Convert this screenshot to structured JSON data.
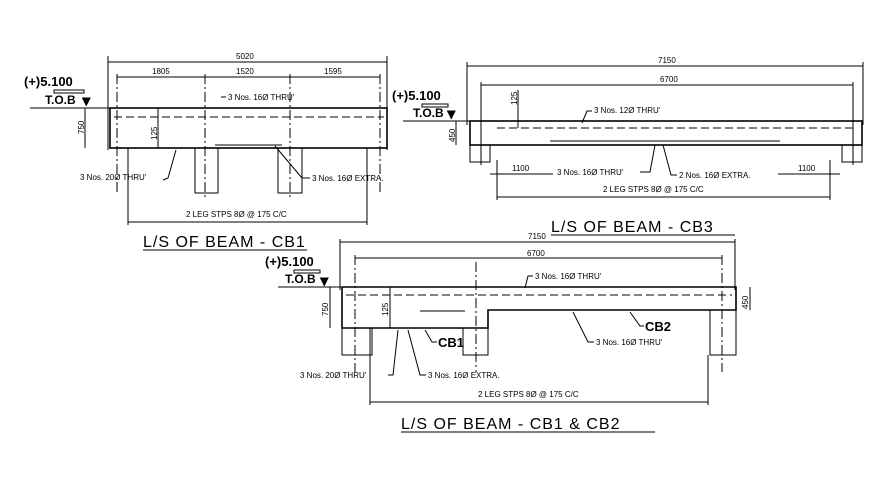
{
  "cb1": {
    "dim_total": "5020",
    "dim_a": "1805",
    "dim_b": "1520",
    "dim_c": "1595",
    "level": "(+)5.100",
    "tob": "T.O.B",
    "depth": "750",
    "cover": "125",
    "top_bar": "3 Nos. 16Ø THRU'",
    "bottom_bar": "3 Nos. 20Ø THRU'",
    "extra_bar": "3 Nos. 16Ø EXTRA.",
    "stirrups": "2 LEG STPS 8Ø @ 175 C/C",
    "title": "L/S OF BEAM - CB1"
  },
  "cb3": {
    "dim_total": "7150",
    "dim_inner": "6700",
    "level": "(+)5.100",
    "tob": "T.O.B",
    "depth": "450",
    "cover": "125",
    "top_bar": "3 Nos. 12Ø THRU'",
    "bottom_bar": "3 Nos. 16Ø THRU'",
    "extra_bar": "2 Nos. 16Ø EXTRA.",
    "left_ext": "1100",
    "right_ext": "1100",
    "stirrups": "2 LEG STPS 8Ø @ 175 C/C",
    "title": "L/S OF BEAM - CB3"
  },
  "cb12": {
    "dim_total": "7150",
    "dim_inner": "6700",
    "level": "(+)5.100",
    "tob": "T.O.B",
    "depth_cb1": "750",
    "cover": "125",
    "depth_cb2": "450",
    "top_bar": "3 Nos. 16Ø THRU'",
    "cb2_label": "CB2",
    "cb2_bottom_bar": "3 Nos. 16Ø THRU'",
    "cb1_label": "CB1",
    "bottom_bar": "3 Nos. 20Ø THRU'",
    "extra_bar": "3 Nos. 16Ø EXTRA.",
    "stirrups": "2 LEG STPS 8Ø @ 175 C/C",
    "title": "L/S OF BEAM - CB1 & CB2"
  }
}
